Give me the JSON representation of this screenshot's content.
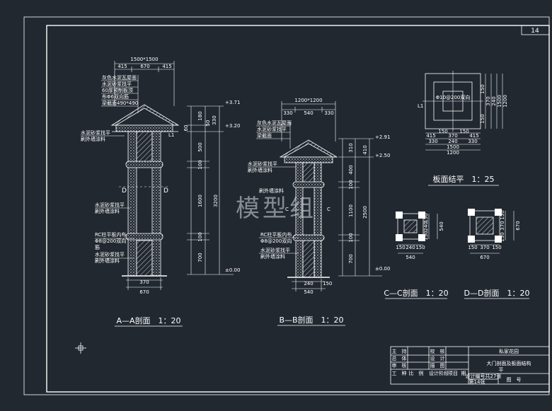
{
  "sheet_number": "14",
  "watermark": "模型组",
  "colors": {
    "background": "#212830",
    "line": "#ffffff"
  },
  "section_aa": {
    "title": "A—A剖面　1：20",
    "top_dims": [
      "1500*1500",
      "415",
      "670",
      "415"
    ],
    "bottom_dims": [
      "370",
      "670"
    ],
    "elevations": [
      "+3.71",
      "+3.20",
      "±0.00"
    ],
    "heights": [
      "180",
      "330",
      "500",
      "100",
      "1600",
      "100",
      "700",
      "3200",
      "60",
      "50"
    ],
    "letters": [
      "D",
      "D"
    ],
    "callouts": [
      "灰色水泥瓦屋面",
      "水泥砂浆找平",
      "60厚预制板顶",
      "布Φ6双向筋",
      "梁截面490*490",
      "水泥砂浆找平",
      "刷外墙涂料",
      "水泥砂浆找平",
      "刷外墙涂料",
      "RC柱平板内布",
      "Φ8@200双向",
      "筋",
      "水泥砂浆找平",
      "刷外墙涂料"
    ],
    "l1": "L1"
  },
  "section_bb": {
    "title": "B—B剖面　1：20",
    "top_dims": [
      "1200*1200",
      "330",
      "540",
      "330"
    ],
    "bottom_dims": [
      "240",
      "540",
      "150"
    ],
    "elevations": [
      "+2.91",
      "+2.50",
      "±0.00"
    ],
    "heights": [
      "310",
      "410",
      "100",
      "1100",
      "100",
      "700",
      "2500",
      "400"
    ],
    "letters": [
      "C",
      "C"
    ],
    "callouts": [
      "灰色水泥瓦屋面",
      "水泥砂浆找平",
      "梁截面",
      "水泥砂浆找平",
      "刷外墙涂料",
      "刷外墙涂料",
      "RC柱平板内布",
      "Φ8@200双向",
      "水泥砂浆找平",
      "刷外墙涂料"
    ]
  },
  "plan": {
    "title": "板面结平　1：25",
    "center": "Φ10@200双向",
    "l1": "L1",
    "bottom_dims": [
      "415",
      "370",
      "415",
      "330",
      "240",
      "330",
      "1500",
      "1200"
    ],
    "right_dims": [
      "150",
      "370",
      "240",
      "150",
      "1500",
      "1200"
    ],
    "top_dims": [
      "150",
      "150"
    ]
  },
  "section_cc": {
    "title": "C—C剖面　1：20",
    "dims": [
      "150",
      "240",
      "150",
      "540",
      "150",
      "240",
      "150",
      "540"
    ]
  },
  "section_dd": {
    "title": "D—D剖面　1：20",
    "dims": [
      "150",
      "370",
      "150",
      "670",
      "150",
      "370",
      "150",
      "670"
    ]
  },
  "title_block": {
    "project": "私家花园",
    "drawing": "大门剖面及板面结构",
    "drawing_cont": "平",
    "cells_left": [
      "主　持",
      "总　体",
      "审　核",
      "工　种",
      "校　核",
      "设　计",
      "描　图",
      "比　例"
    ],
    "cells_mid": [
      "设计阶段",
      "项目",
      "期"
    ],
    "number": "设计编号共27张",
    "sheet": "第14张",
    "sheet_label": "图　号"
  }
}
